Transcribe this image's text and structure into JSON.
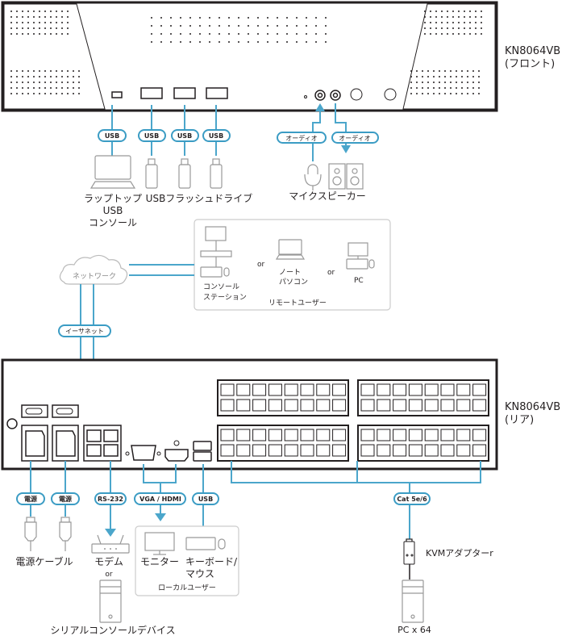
{
  "front": {
    "model": "KN8064VB",
    "side": "(フロント)"
  },
  "rear": {
    "model": "KN8064VB",
    "side": "(リア)"
  },
  "front_labels": {
    "usb1": "USB",
    "usb2": "USB",
    "usb3": "USB",
    "usb4": "USB",
    "audio1": "オーディオ",
    "audio2": "オーディオ"
  },
  "front_devices": {
    "laptop": [
      "ラップトップ",
      "USB",
      "コンソール"
    ],
    "flash": "USBフラッシュドライブ",
    "mic_speaker": "マイクスピーカー"
  },
  "network": {
    "cloud": "ネットワーク",
    "ethernet": "イーサネット"
  },
  "remote": {
    "console_station": [
      "コンソール",
      "ステーション"
    ],
    "or1": "or",
    "notebook": [
      "ノート",
      "パソコン"
    ],
    "or2": "or",
    "pc": "PC",
    "title": "リモートユーザー"
  },
  "rear_labels": {
    "power1": "電源",
    "power2": "電源",
    "rs232": "RS-232",
    "vga_hdmi": "VGA / HDMI",
    "usb": "USB",
    "cat": "Cat 5e/6"
  },
  "rear_devices": {
    "power_cable": "電源ケーブル",
    "modem": "モデム",
    "or": "or",
    "serial": "シリアルコンソールデバイス",
    "monitor": "モニター",
    "keyboard": [
      "キーボード/",
      "マウス"
    ],
    "local_title": "ローカルユーザー",
    "kvm_adapter": "KVMアダプターr",
    "pc_count": "PC x 64"
  },
  "colors": {
    "cable": "#4ba6cb",
    "panel": "#231f20",
    "device": "#999999"
  }
}
